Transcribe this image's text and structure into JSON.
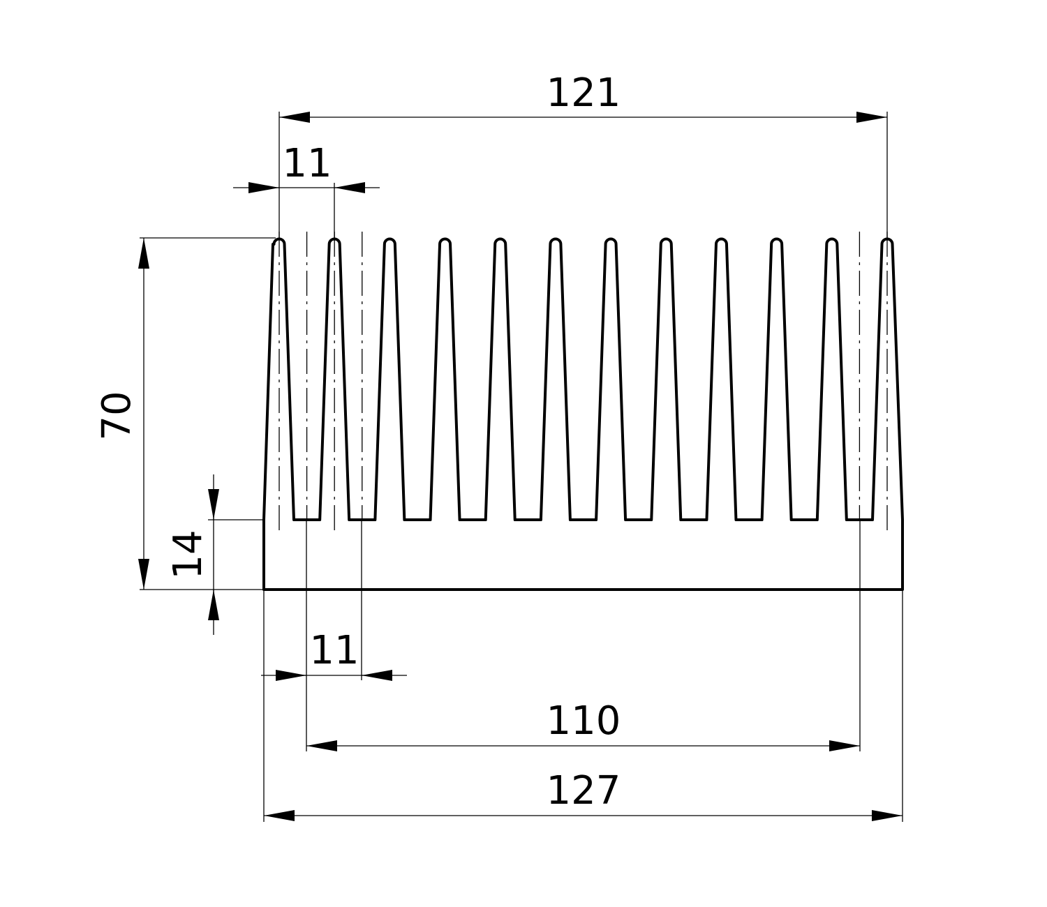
{
  "drawing": {
    "title": "Heatsink profile",
    "fin_count": 12,
    "dimensions": {
      "overall_fin_span": "121",
      "fin_pitch_top": "11",
      "height": "70",
      "base_thickness": "14",
      "fin_pitch_bottom": "11",
      "inner_span": "110",
      "overall_width": "127"
    },
    "colors": {
      "line": "#000000",
      "background": "#ffffff"
    }
  }
}
